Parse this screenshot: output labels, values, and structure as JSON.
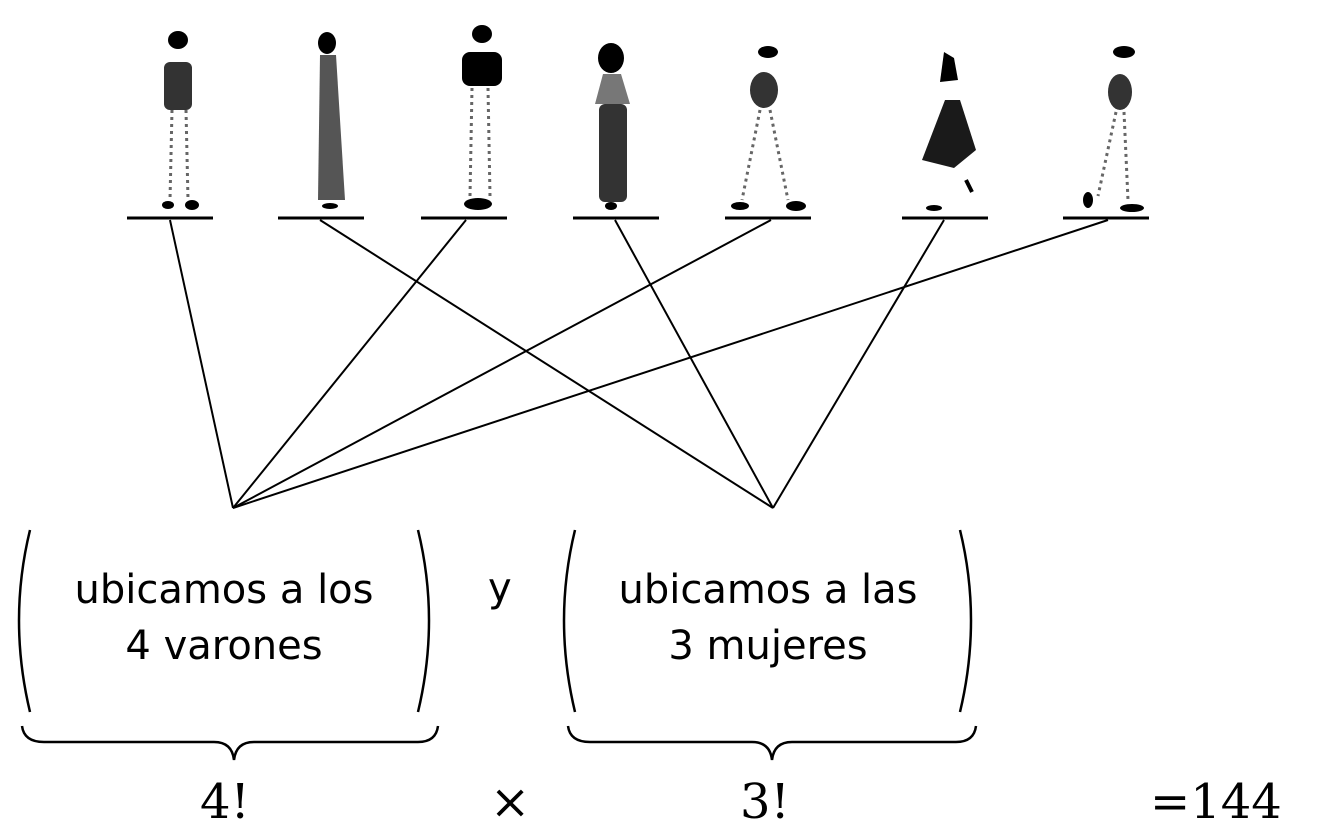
{
  "groups": [
    {
      "line1": "ubicamos a los",
      "line2": "4 varones",
      "factor": "4!"
    },
    {
      "line1": "ubicamos a las",
      "line2": "3 mujeres",
      "factor": "3!"
    }
  ],
  "connector": "y",
  "operator": "×",
  "result": "=144",
  "people": [
    {
      "gender": "male"
    },
    {
      "gender": "female"
    },
    {
      "gender": "male"
    },
    {
      "gender": "female"
    },
    {
      "gender": "male"
    },
    {
      "gender": "female"
    },
    {
      "gender": "male"
    }
  ],
  "colors": {
    "ink": "#000000",
    "background": "#ffffff"
  }
}
